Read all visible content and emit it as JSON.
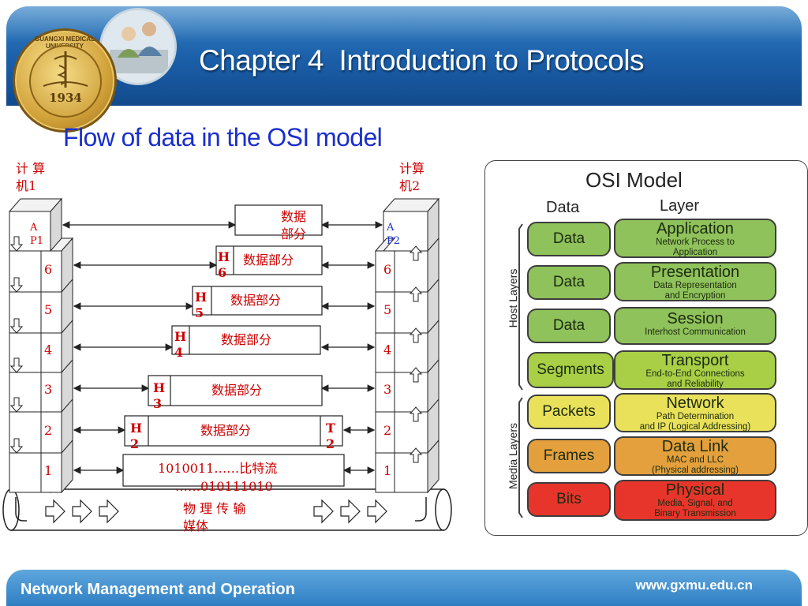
{
  "header": {
    "title": "Chapter 4  Introduction to Protocols",
    "seal_text": "GUANGXI MEDICAL UNIVERSITY",
    "seal_year": "1934"
  },
  "subtitle": "Flow of data in the OSI model",
  "diagram": {
    "computer1": "计 算\n机1",
    "computer2": "计算\n机2",
    "ap1": "A\nP1",
    "ap2": "A\nP2",
    "layer_numbers": [
      "6",
      "5",
      "4",
      "3",
      "2",
      "1"
    ],
    "data_label_app": "数据\n部分",
    "data_label": "数据部分",
    "h6": "H\n6",
    "h5": "H\n5",
    "h4": "H\n4",
    "h3": "H\n3",
    "h2": "H\n2",
    "t2": "T\n2",
    "bits_line1": "1010011……比特流",
    "bits_line2": "……010111010",
    "medium": "物 理 传 输\n媒体"
  },
  "osi": {
    "title": "OSI Model",
    "col_data": "Data",
    "col_layer": "Layer",
    "host_layers": "Host Layers",
    "media_layers": "Media Layers",
    "rows": [
      {
        "data": "Data",
        "name": "Application",
        "desc": "Network Process to\nApplication",
        "color": "#8fc25a"
      },
      {
        "data": "Data",
        "name": "Presentation",
        "desc": "Data Representation\nand Encryption",
        "color": "#8fc25a"
      },
      {
        "data": "Data",
        "name": "Session",
        "desc": "Interhost Communication",
        "color": "#8fc25a"
      },
      {
        "data": "Segments",
        "name": "Transport",
        "desc": "End-to-End Connections\nand Reliability",
        "color": "#a8cf45"
      },
      {
        "data": "Packets",
        "name": "Network",
        "desc": "Path Determination\nand IP (Logical Addressing)",
        "color": "#e9e15a"
      },
      {
        "data": "Frames",
        "name": "Data Link",
        "desc": "MAC and LLC\n(Physical addressing)",
        "color": "#e3a03c"
      },
      {
        "data": "Bits",
        "name": "Physical",
        "desc": "Media, Signal, and\nBinary Transmission",
        "color": "#e8352b"
      }
    ]
  },
  "footer": {
    "left": "Network Management and Operation",
    "right": "www.gxmu.edu.cn"
  },
  "colors": {
    "title_blue": "#1a2fcc",
    "red_label": "#cc0000",
    "header_blue": "#1b5ea8"
  }
}
